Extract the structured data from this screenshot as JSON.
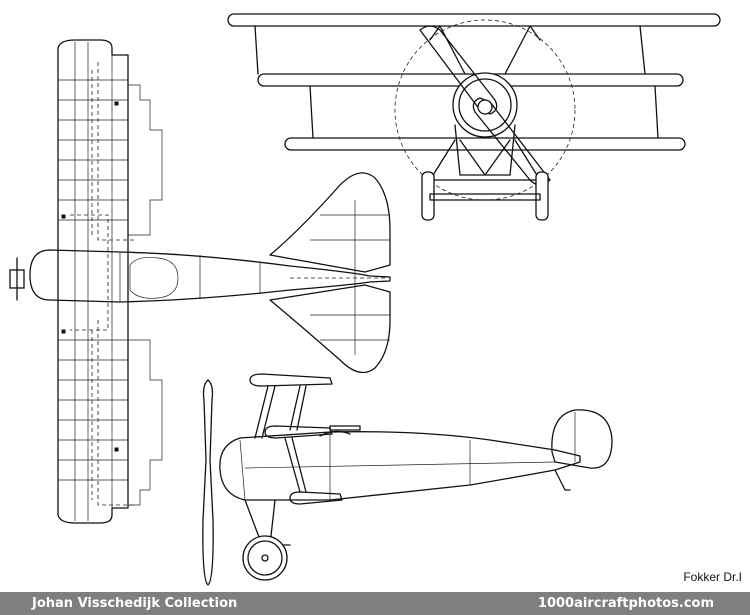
{
  "caption": "Fokker Dr.I",
  "footer": {
    "credit": "Johan Visschedijk Collection",
    "site": "1000aircraftphotos.com"
  }
}
